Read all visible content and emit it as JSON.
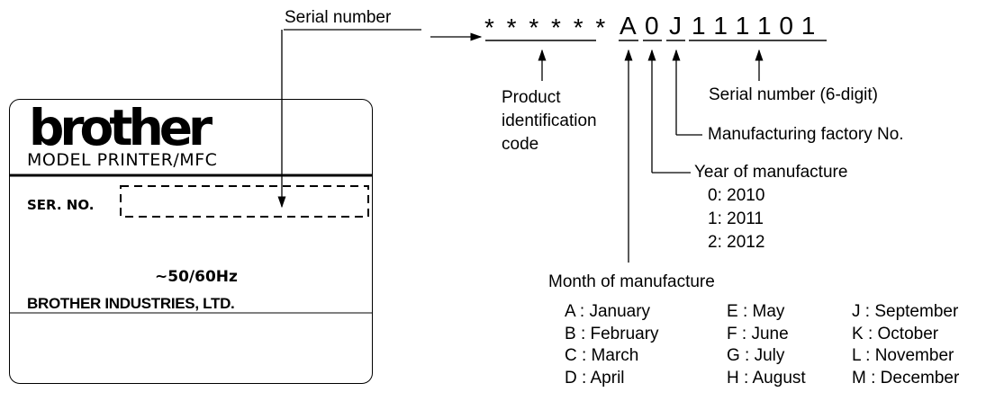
{
  "label": {
    "brand": "brother",
    "model": "MODEL PRINTER/MFC",
    "serial_field": "SER. NO.",
    "frequency": "~50/60Hz",
    "maker": "BROTHER INDUSTRIES, LTD."
  },
  "code": {
    "prefix": "* * * * * *",
    "month_char": "A",
    "year_char": "0",
    "factory_char": "J",
    "serial_digits": "1 1 1 1 0 1"
  },
  "callouts": {
    "serial_number": "Serial number",
    "product_id": [
      "Product",
      "identification",
      "code"
    ],
    "serial_6digit": "Serial number (6-digit)",
    "factory": "Manufacturing factory No.",
    "year_title": "Year of manufacture",
    "years": [
      "0: 2010",
      "1: 2011",
      "2: 2012"
    ],
    "month_title": "Month of manufacture"
  },
  "months": {
    "col1": [
      "A : January",
      "B : February",
      "C : March",
      "D : April"
    ],
    "col2": [
      "E : May",
      "F : June",
      "G : July",
      "H : August"
    ],
    "col3": [
      "J : September",
      "K : October",
      "L : November",
      "M : December"
    ]
  }
}
